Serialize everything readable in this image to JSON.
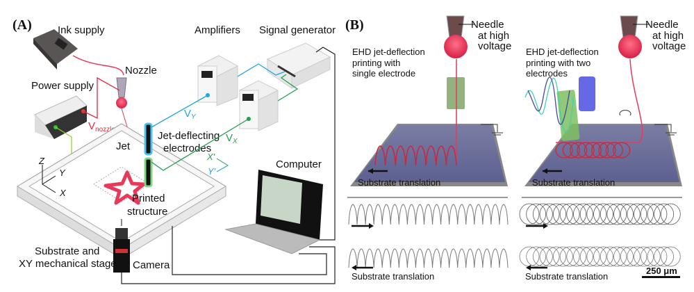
{
  "panel_a": {
    "label": "(A)",
    "ink_supply": "Ink supply",
    "amplifiers": "Amplifiers",
    "signal_generator": "Signal generator",
    "nozzle": "Nozzle",
    "power_supply": "Power supply",
    "v_nozzle": "V",
    "v_nozzle_sub": "nozzle",
    "jet": "Jet",
    "electrodes_line1": "Jet-deflecting",
    "electrodes_line2": "electrodes",
    "v_y": "V",
    "v_y_sub": "Y",
    "v_x": "V",
    "v_x_sub": "X",
    "x_prime": "X'",
    "y_prime": "Y'",
    "axis_z": "Z",
    "axis_y": "Y",
    "axis_x": "X",
    "computer": "Computer",
    "printed_line1": "Printed",
    "printed_line2": "structure",
    "stage_line1": "Substrate and",
    "stage_line2": "XY mechanical stage",
    "camera": "Camera"
  },
  "panel_b": {
    "label": "(B)",
    "left": {
      "needle_line1": "Needle",
      "needle_line2": "at high",
      "needle_line3": "voltage",
      "title_line1": "EHD jet-deflection",
      "title_line2": "printing with",
      "title_line3": "single electrode",
      "substrate_translation_top": "Substrate translation",
      "substrate_translation_bottom": "Substrate translation"
    },
    "right": {
      "needle_line1": "Needle",
      "needle_line2": "at high",
      "needle_line3": "voltage",
      "title_line1": "EHD jet-deflection",
      "title_line2": "printing with two",
      "title_line3": "electrodes",
      "substrate_translation_top": "Substrate translation",
      "substrate_translation_bottom": "Substrate translation",
      "scale_bar": "250 μm"
    }
  },
  "colors": {
    "ink": "#e8395a",
    "y_channel": "#1ea7e1",
    "x_channel": "#22a04a",
    "substrate": "#6e7196",
    "electrode_blue": "#4a4fe0",
    "electrode_green": "#7fbf60"
  }
}
